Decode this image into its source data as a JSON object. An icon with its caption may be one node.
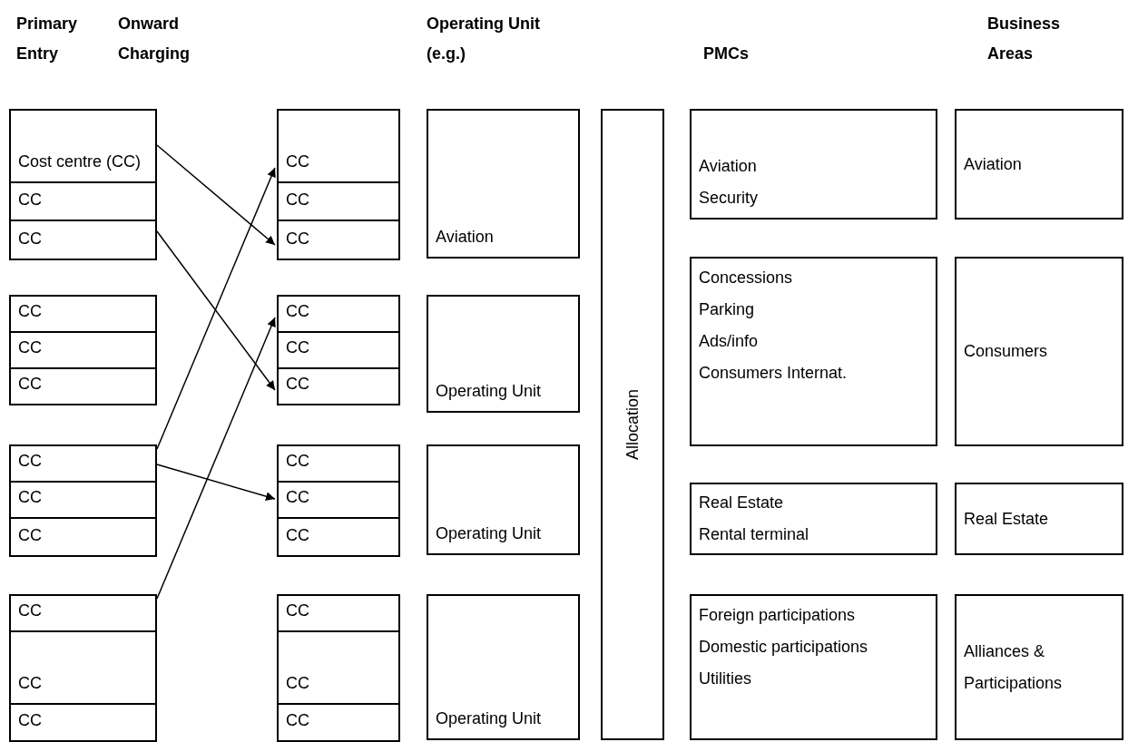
{
  "diagram": {
    "nodes": [
      {
        "text": [
          "Cost centre (CC)"
        ]
      },
      {
        "text": [
          "CC"
        ]
      },
      {
        "text": [
          "CC"
        ]
      },
      {
        "text": [
          "CC"
        ]
      },
      {
        "text": [
          "CC"
        ]
      },
      {
        "text": [
          "CC"
        ]
      },
      {
        "text": [
          "CC"
        ]
      },
      {
        "text": [
          "CC"
        ]
      },
      {
        "text": [
          "CC"
        ]
      },
      {
        "text": [
          "CC"
        ]
      },
      {
        "text": [
          "CC"
        ]
      },
      {
        "text": [
          "CC"
        ]
      },
      {
        "text": [
          "CC"
        ]
      },
      {
        "text": [
          "CC"
        ]
      },
      {
        "text": [
          "CC"
        ]
      },
      {
        "text": [
          "CC"
        ]
      },
      {
        "text": [
          "CC"
        ]
      },
      {
        "text": [
          "CC"
        ]
      },
      {
        "text": [
          "CC"
        ]
      },
      {
        "text": [
          "CC"
        ]
      },
      {
        "text": [
          "CC"
        ]
      },
      {
        "text": [
          "CC"
        ]
      },
      {
        "text": [
          "CC"
        ]
      },
      {
        "text": [
          "CC"
        ]
      },
      {
        "text": [
          "Aviation"
        ]
      },
      {
        "text": [
          "Operating Unit"
        ]
      },
      {
        "text": [
          "Operating Unit"
        ]
      },
      {
        "text": [
          "Operating Unit"
        ]
      },
      {
        "text": [
          "Allocation"
        ]
      },
      {
        "text": [
          "Aviation",
          "Security"
        ]
      },
      {
        "text": [
          "Concessions",
          "Parking",
          "Ads/info",
          "Consumers Internat."
        ]
      },
      {
        "text": [
          "Real Estate",
          "Rental terminal"
        ]
      },
      {
        "text": [
          "Foreign participations",
          "Domestic participations",
          "Utilities"
        ]
      },
      {
        "text": [
          "Aviation"
        ]
      },
      {
        "text": [
          "Consumers"
        ]
      },
      {
        "text": [
          "Real Estate"
        ]
      },
      {
        "text": [
          "Alliances & Participations"
        ]
      }
    ],
    "edges": [
      {
        "from": 0,
        "to": 14,
        "arrow": "to"
      },
      {
        "from": 2,
        "to": 17,
        "arrow": "to"
      },
      {
        "from": 6,
        "to": 12,
        "arrow": "to"
      },
      {
        "from": 6,
        "to": 19,
        "arrow": "to"
      },
      {
        "from": 9,
        "to": 15,
        "arrow": "to"
      }
    ],
    "labels": [
      "Primary Entry",
      "Onward Charging",
      "Operating Unit (e.g.)",
      "PMCs",
      "Business Areas"
    ]
  }
}
